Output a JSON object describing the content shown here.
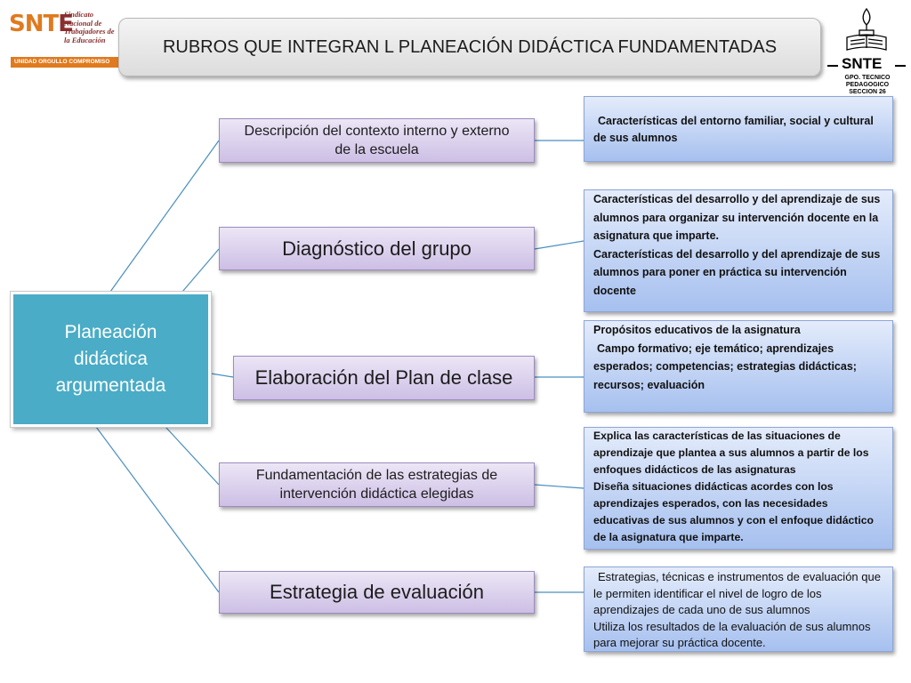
{
  "logo_left": {
    "name": "SNTE",
    "subtitle": "Sindicato Nacional de Trabajadores de la Educación",
    "motto": "UNIDAD ORGULLO COMPROMISO"
  },
  "title": "RUBROS QUE INTEGRAN L PLANEACIÓN DIDÁCTICA FUNDAMENTADAS",
  "logo_right": {
    "name": "SNTE",
    "line1": "GPO. TECNICO PEDAGOGICO",
    "line2": "SECCION 26"
  },
  "central": "Planeación didáctica argumentada",
  "branches": [
    {
      "label": "Descripción del contexto interno y externo de la escuela",
      "details": [
        "Características del entorno familiar, social y cultural de sus alumnos"
      ]
    },
    {
      "label": "Diagnóstico del grupo",
      "details": [
        "Características del desarrollo y del aprendizaje de sus alumnos para organizar su intervención docente en la asignatura que imparte.",
        "Características del desarrollo y del aprendizaje de sus alumnos para poner en práctica su intervención docente"
      ]
    },
    {
      "label": "Elaboración del Plan de clase",
      "details": [
        "Propósitos educativos de la asignatura",
        "Campo formativo; eje temático; aprendizajes esperados; competencias; estrategias didácticas; recursos; evaluación"
      ]
    },
    {
      "label": "Fundamentación de las estrategias  de intervención didáctica elegidas",
      "details": [
        "Explica las características de las situaciones de aprendizaje que plantea a sus alumnos a partir de los enfoques didácticos de las asignaturas",
        "Diseña situaciones didácticas acordes con los aprendizajes esperados, con las necesidades educativas de sus alumnos y con el enfoque didáctico de la asignatura que imparte."
      ]
    },
    {
      "label": "Estrategia de evaluación",
      "details": [
        "Estrategias, técnicas e instrumentos de evaluación que le permiten identificar el nivel de logro de los aprendizajes de cada uno de sus alumnos",
        "Utiliza los resultados de la evaluación de sus alumnos para mejorar su práctica docente."
      ]
    }
  ],
  "colors": {
    "central_fill": "#4aacc6",
    "branch_fill": "#d9cfee",
    "detail_fill": "#b7ccf2",
    "connector": "#4a8fc0"
  }
}
